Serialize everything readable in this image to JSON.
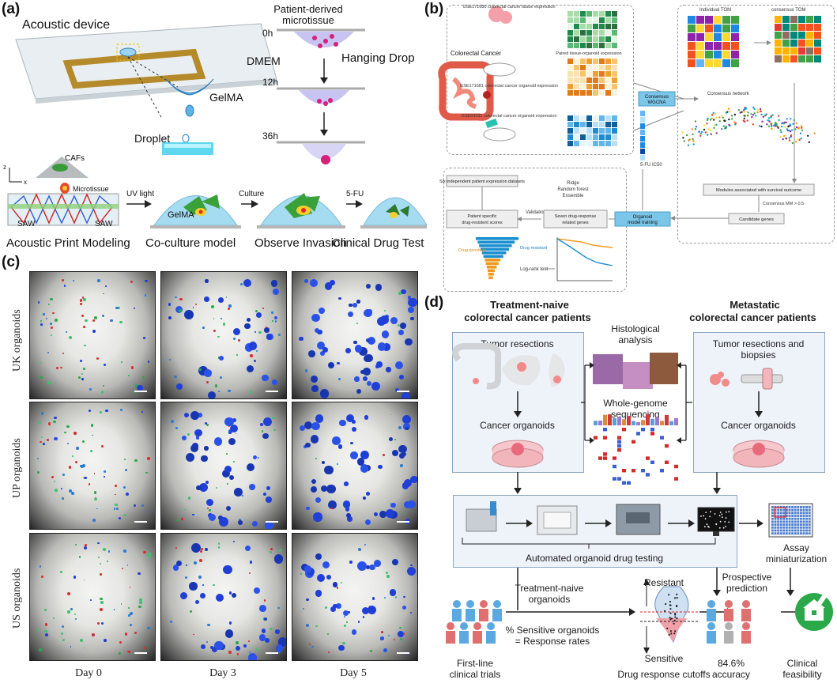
{
  "panels": {
    "a": "(a)",
    "b": "(b)",
    "c": "(c)",
    "d": "(d)"
  },
  "panel_a": {
    "acoustic_device": "Acoustic device",
    "patient_derived": "Patient-derived",
    "microtissue": "microtissue",
    "time_0h": "0h",
    "dmem": "DMEM",
    "hanging_drop": "Hanging Drop",
    "time_12h": "12h",
    "time_36h": "36h",
    "gelma": "GelMA",
    "droplet": "Droplet",
    "axis_z": "z",
    "axis_x": "x",
    "cafs": "CAFs",
    "microtissue_label": "Microtissue",
    "saw_left": "SAW",
    "saw_right": "SAW",
    "uv_light": "UV light",
    "gelma_inner": "GelMA",
    "culture": "Culture",
    "five_fu": "5-FU",
    "step1": "Acoustic Print Modeling",
    "step2": "Co-culture model",
    "step3": "Observe Invasion",
    "step4": "Clinical Drug Test"
  },
  "panel_b": {
    "colorectal_cancer": "Colorectal Cancer",
    "gse_tissue": "GSE171680 colorectal cancer tissue expression",
    "paired": "Paired tissue-organoid expression",
    "gse_organoid": "GSE171681 colorectal cancer organoid expression",
    "gse_organoid2": "GSE64392 colorectal cancer organoid expression",
    "consensus_wgcna": "Consensus WGCNA",
    "individual_tom": "Individual TOM",
    "consensus_tom": "consensus TOM",
    "consensus_network": "Consensus network",
    "fu_ic50": "5-FU IC50",
    "modules": "Modules associated with survival outcome",
    "consensus_mm": "Consensus MM > 0.5",
    "candidate_genes": "Candidate genes",
    "organoid_model": "Organoid model training",
    "six_datasets": "Six independent patient expression datasets",
    "ridge": "Ridge",
    "random_forest": "Random forest",
    "ensemble": "Ensemble",
    "validation": "Validation",
    "patient_specific": "Patient specific drug-resistent scores",
    "seven_genes": "Seven drug-response related genes",
    "log_rank": "Log-rank test",
    "drug_sensitive": "Drug sensitive",
    "drug_resistant": "Drug resistant"
  },
  "panel_c": {
    "rows": [
      "UK organoids",
      "UP organoids",
      "US organoids"
    ],
    "days": [
      "Day 0",
      "Day 3",
      "Day 5"
    ]
  },
  "panel_d": {
    "left_title_1": "Treatment-naive",
    "left_title_2": "colorectal cancer patients",
    "right_title_1": "Metastatic",
    "right_title_2": "colorectal cancer patients",
    "tumor_resections": "Tumor resections",
    "cancer_organoids_left": "Cancer organoids",
    "histological_1": "Histological",
    "histological_2": "analysis",
    "wgs_1": "Whole-genome",
    "wgs_2": "sequencing",
    "tumor_resections_biopsies_1": "Tumor resections and",
    "tumor_resections_biopsies_2": "biopsies",
    "cancer_organoids_right": "Cancer organoids",
    "automated": "Automated organoid drug testing",
    "assay_1": "Assay",
    "assay_2": "miniaturization",
    "tn_organoids_1": "Treatment-naive",
    "tn_organoids_2": "organoids",
    "resistant": "Resistant",
    "sensitive": "Sensitive",
    "prospective_1": "Prospective",
    "prospective_2": "prediction",
    "pct_sensitive": "% Sensitive organoids",
    "response_rates": "= Response rates",
    "first_line_1": "First-line",
    "first_line_2": "clinical trials",
    "cutoffs": "Drug response cutoffs",
    "accuracy_value": "84.6%",
    "accuracy_label": "accuracy",
    "clinical_1": "Clinical",
    "clinical_2": "feasibility"
  },
  "colors": {
    "organoid_blue": "#1f3fd6",
    "process_blue": "#7cc6ea",
    "heatmap_green": "#1f8a4c",
    "heatmap_orange": "#f0a030",
    "people_blue": "#5aa9e0",
    "people_red": "#e07070",
    "clinic_green": "#2aa84a"
  }
}
